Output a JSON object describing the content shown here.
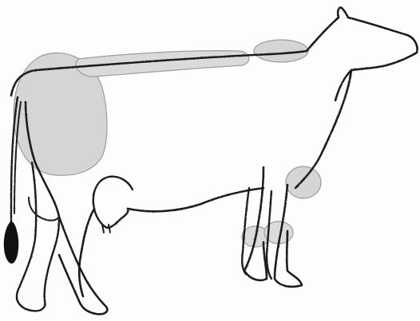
{
  "image": {
    "subject": "cow-line-drawing",
    "style": "pencil sketch",
    "colors": {
      "background": "#fdfdfd",
      "line": "#1a1a1a",
      "shade_fill": "#c9c9c9",
      "shade_stroke": "#8a8a8a",
      "tail_switch": "#111111"
    },
    "highlighted_regions": [
      "rump",
      "back-bar",
      "withers",
      "shoulder-point",
      "knee-left",
      "knee-right"
    ]
  }
}
